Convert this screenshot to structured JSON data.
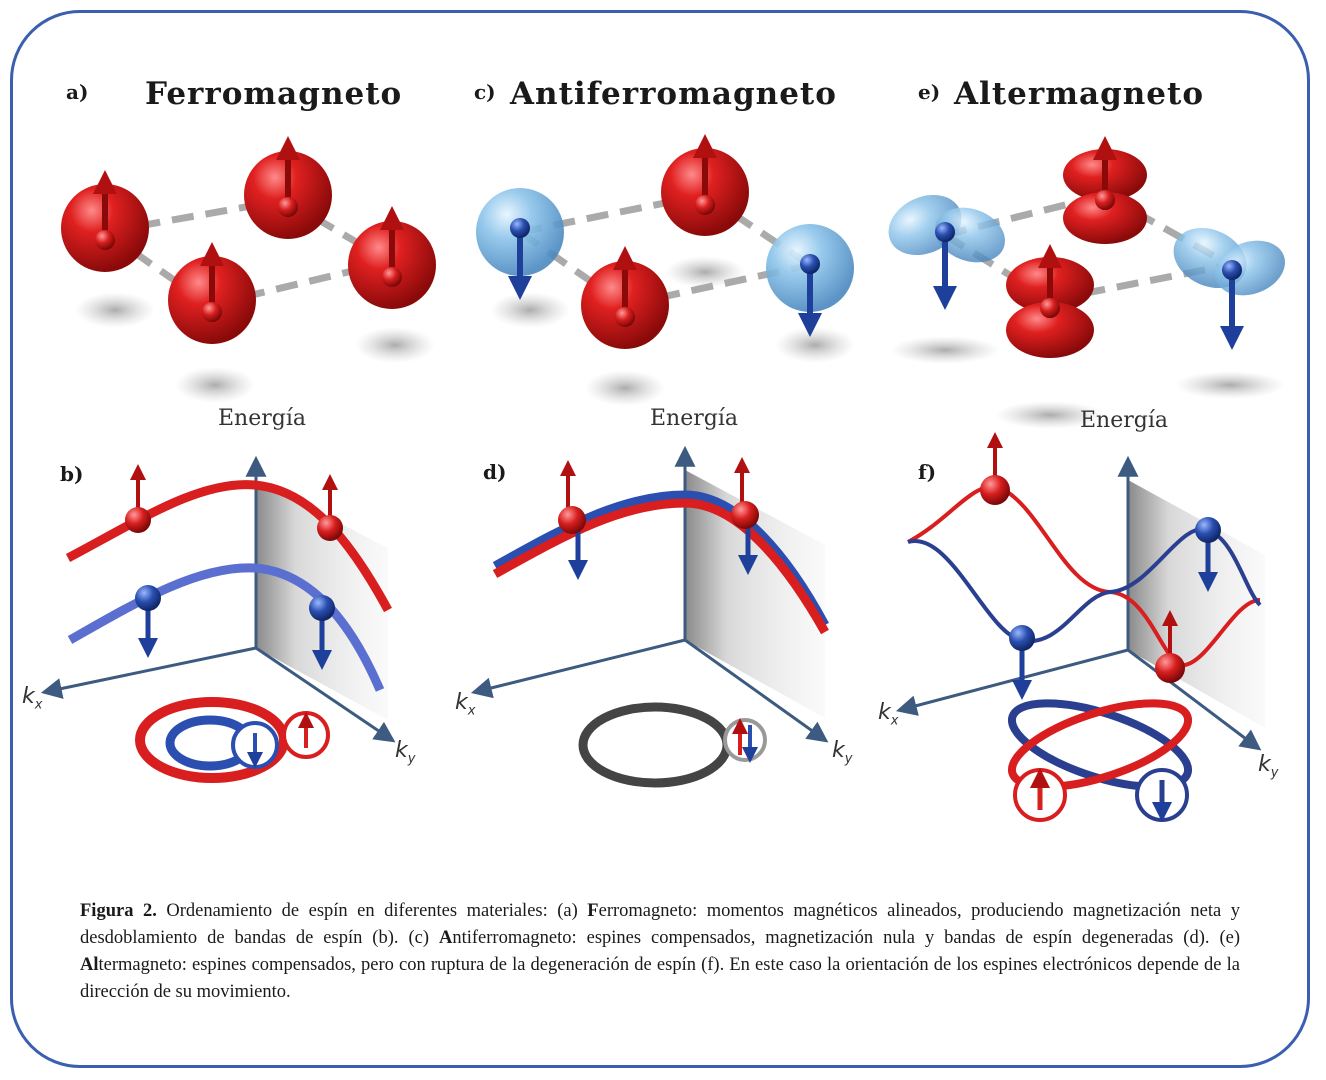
{
  "panels": {
    "a": {
      "letter": "a)",
      "title": "Ferromagneto"
    },
    "b": {
      "letter": "b)"
    },
    "c": {
      "letter": "c)",
      "title": "Antiferromagneto"
    },
    "d": {
      "letter": "d)"
    },
    "e": {
      "letter": "e)",
      "title": "Altermagneto"
    },
    "f": {
      "letter": "f)"
    }
  },
  "axis": {
    "energy": "Energía",
    "kx": "k",
    "kx_sub": "x",
    "ky": "k",
    "ky_sub": "y"
  },
  "caption": {
    "label": "Figura 2.",
    "part1": " Ordenamiento de espín en diferentes materiales: (a) ",
    "f_bold": "F",
    "part2": "erromagneto: momentos magnéticos alineados, produciendo magnetización neta y desdoblamiento de bandas de espín (b). (c) ",
    "a_bold": "A",
    "part3": "ntiferromagneto: espines compensados, magnetización nula y bandas de espín degeneradas (d). (e) ",
    "al_bold": "Al",
    "part4": "termagneto: espines compensados, pero con ruptura de la degeneración de espín (f). En este caso la orientación de los espines electrónicos depende de la dirección de su movimiento."
  },
  "colors": {
    "frame": "#3b5fb0",
    "spin_up": "#d81e1e",
    "spin_down": "#2a4fb0",
    "light_blue": "#8cc4ea"
  }
}
